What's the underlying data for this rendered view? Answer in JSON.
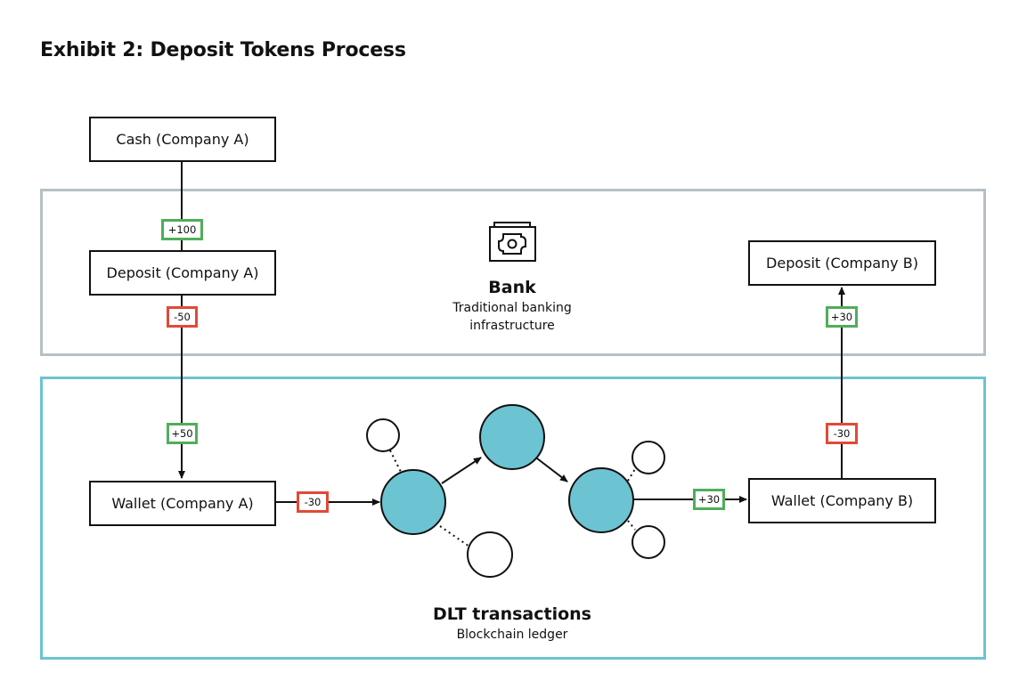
{
  "title": "Exhibit 2: Deposit Tokens Process",
  "regions": {
    "bank": {
      "title": "Bank",
      "subtitle_line1": "Traditional banking",
      "subtitle_line2": "infrastructure",
      "border_color": "#b6c0c4"
    },
    "dlt": {
      "title": "DLT transactions",
      "subtitle": "Blockchain ledger",
      "border_color": "#6cc3d2"
    }
  },
  "nodes": {
    "cash_a": "Cash (Company A)",
    "deposit_a": "Deposit (Company A)",
    "wallet_a": "Wallet (Company A)",
    "deposit_b": "Deposit (Company B)",
    "wallet_b": "Wallet (Company B)"
  },
  "flows": {
    "cash_to_deposit_a": "+100",
    "deposit_a_out": "-50",
    "wallet_a_in": "+50",
    "wallet_a_out": "-30",
    "wallet_b_in": "+30",
    "wallet_b_out": "-30",
    "deposit_b_in": "+30"
  },
  "colors": {
    "positive": "#4fae5a",
    "negative": "#e14a36",
    "ledger_node": "#6cc3d2"
  },
  "icons": {
    "bank": "banknote-icon"
  }
}
